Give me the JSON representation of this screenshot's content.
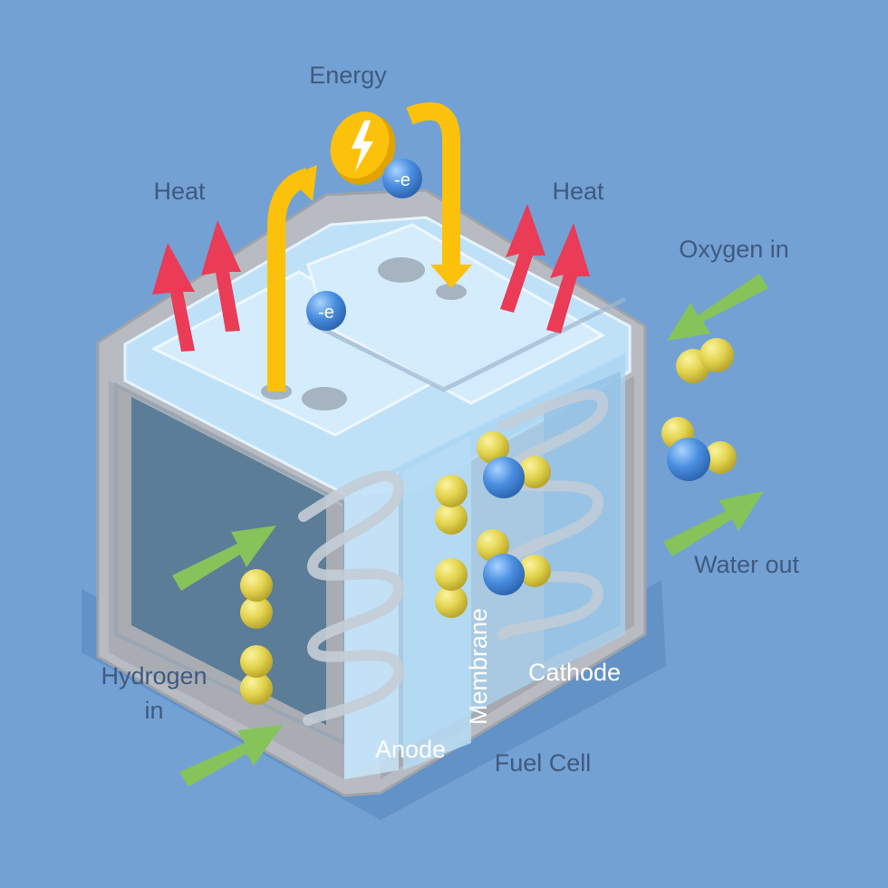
{
  "labels": {
    "energy": "Energy",
    "heat_left": "Heat",
    "heat_right": "Heat",
    "oxygen_in": "Oxygen in",
    "water_out": "Water out",
    "hydrogen_line1": "Hydrogen",
    "hydrogen_line2": "in",
    "membrane": "Membrane",
    "cathode": "Cathode",
    "anode": "Anode",
    "fuel_cell": "Fuel Cell",
    "electron": "-e"
  },
  "colors": {
    "background": "#73a1d4",
    "casing": "#b9bdc3",
    "glass": "#bfe0f8",
    "anode_panel": "#5c7d98",
    "heat_arrow": "#ea3b57",
    "energy_arrow": "#fcc10a",
    "flow_arrow": "#86c35b",
    "hydrogen_atom": "#e1d34d",
    "oxygen_atom": "#4a8ee0"
  },
  "icons": {
    "energy": "lightning-bolt-icon"
  }
}
